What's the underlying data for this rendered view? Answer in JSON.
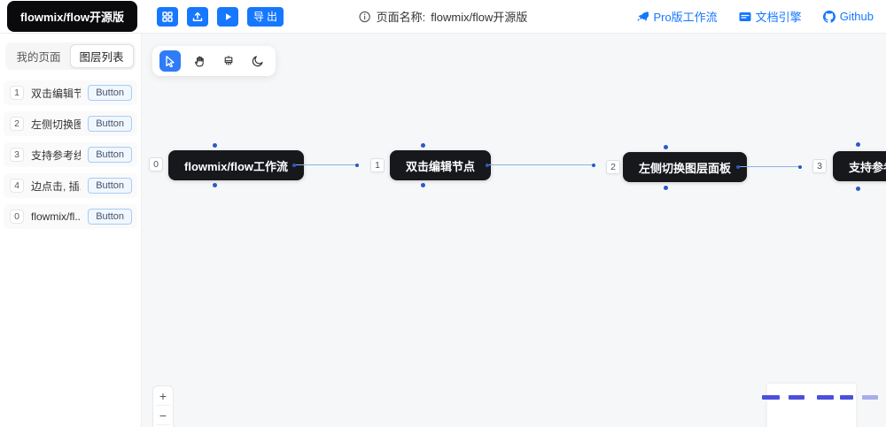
{
  "header": {
    "title": "flowmix/flow开源版",
    "page_name_label": "页面名称:",
    "page_name_value": "flowmix/flow开源版",
    "export_label": "导出",
    "links": [
      {
        "label": "Pro版工作流"
      },
      {
        "label": "文档引擎"
      },
      {
        "label": "Github"
      }
    ]
  },
  "sidebar": {
    "tabs": [
      {
        "label": "我的页面"
      },
      {
        "label": "图层列表"
      }
    ],
    "items": [
      {
        "index": "1",
        "label": "双击编辑节点",
        "badge": "Button"
      },
      {
        "index": "2",
        "label": "左侧切换图...",
        "badge": "Button"
      },
      {
        "index": "3",
        "label": "支持参考线",
        "badge": "Button"
      },
      {
        "index": "4",
        "label": "边点击, 插...",
        "badge": "Button"
      },
      {
        "index": "0",
        "label": "flowmix/fl...",
        "badge": "Button"
      }
    ]
  },
  "canvas": {
    "nodes": [
      {
        "id": "0",
        "label": "flowmix/flow工作流"
      },
      {
        "id": "1",
        "label": "双击编辑节点"
      },
      {
        "id": "2",
        "label": "左侧切换图层面板"
      },
      {
        "id": "3",
        "label": "支持参考线"
      }
    ],
    "zoom_controls": {
      "zoom_in": "+",
      "zoom_out": "−"
    }
  },
  "colors": {
    "accent_blue": "#1677ff",
    "node_black": "#17181c",
    "edge_blue": "#8ab4e4",
    "handle_blue": "#2b57c9",
    "dash_indigo": "#4b50dc",
    "canvas_bg": "#f6f7f8"
  }
}
